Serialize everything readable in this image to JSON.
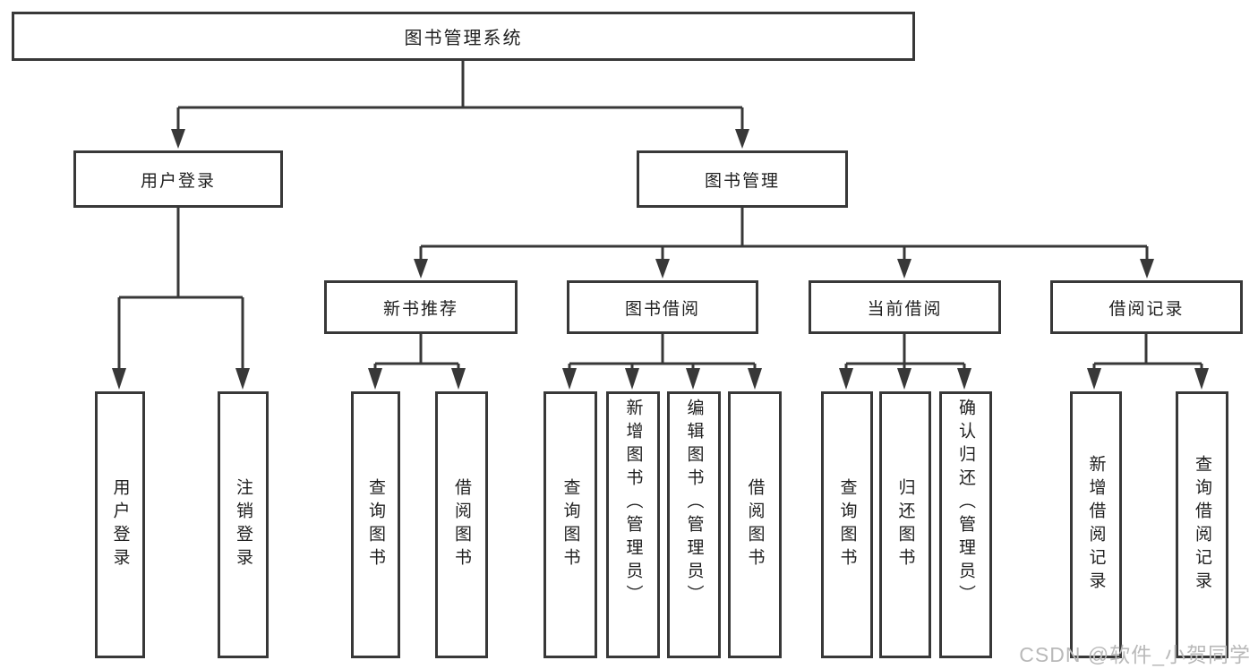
{
  "tree": {
    "root": {
      "label": "图书管理系统"
    },
    "branches": [
      {
        "label": "用户登录",
        "children": [
          {
            "label": "用户登录"
          },
          {
            "label": "注销登录"
          }
        ]
      },
      {
        "label": "图书管理",
        "children": [
          {
            "label": "新书推荐",
            "children": [
              {
                "label": "查询图书"
              },
              {
                "label": "借阅图书"
              }
            ]
          },
          {
            "label": "图书借阅",
            "children": [
              {
                "label": "查询图书"
              },
              {
                "label": "新增图书（管理员）"
              },
              {
                "label": "编辑图书（管理员）"
              },
              {
                "label": "借阅图书"
              }
            ]
          },
          {
            "label": "当前借阅",
            "children": [
              {
                "label": "查询图书"
              },
              {
                "label": "归还图书"
              },
              {
                "label": "确认归还（管理员）"
              }
            ]
          },
          {
            "label": "借阅记录",
            "children": [
              {
                "label": "新增借阅记录"
              },
              {
                "label": "查询借阅记录"
              }
            ]
          }
        ]
      }
    ]
  },
  "watermark": {
    "text": "CSDN @软件_小贺同学"
  },
  "colors": {
    "line": "#383838",
    "text": "#1f1f1f",
    "watermark": "#b9b9b9",
    "background": "#ffffff"
  }
}
